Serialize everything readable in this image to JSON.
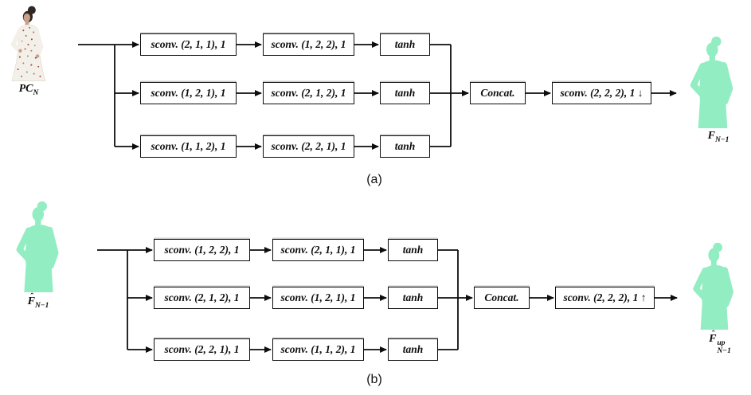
{
  "diagram_a": {
    "caption": "(a)",
    "input_label": {
      "base": "PC",
      "sub": "N"
    },
    "branches": [
      {
        "conv1": "sconv. (2, 1, 1), 1",
        "conv2": "sconv. (1, 2, 2), 1",
        "activation": "tanh"
      },
      {
        "conv1": "sconv. (1, 2, 1), 1",
        "conv2": "sconv. (2, 1, 2), 1",
        "activation": "tanh"
      },
      {
        "conv1": "sconv. (1, 1, 2), 1",
        "conv2": "sconv. (2, 2, 1), 1",
        "activation": "tanh"
      }
    ],
    "concat_label": "Concat.",
    "final_conv_label": "sconv. (2, 2, 2), 1 ↓",
    "output_label": {
      "base": "F",
      "sub": "N−1"
    }
  },
  "diagram_b": {
    "caption": "(b)",
    "input_label": {
      "base": "F",
      "hat": "ˆ",
      "sub": "N−1"
    },
    "branches": [
      {
        "conv1": "sconv. (1, 2, 2), 1",
        "conv2": "sconv. (2, 1, 1), 1",
        "activation": "tanh"
      },
      {
        "conv1": "sconv. (2, 1, 2), 1",
        "conv2": "sconv. (1, 2, 1), 1",
        "activation": "tanh"
      },
      {
        "conv1": "sconv. (2, 2, 1), 1",
        "conv2": "sconv. (1, 1, 2), 1",
        "activation": "tanh"
      }
    ],
    "concat_label": "Concat.",
    "final_conv_label": "sconv. (2, 2, 2), 1 ↑",
    "output_label": {
      "base": "F",
      "hat": "ˆ",
      "sup": "up",
      "sub": "N−1"
    }
  },
  "colors": {
    "silhouette_green": "#93edc2",
    "line_black": "#0d0d0d",
    "box_background": "#ffffff"
  }
}
